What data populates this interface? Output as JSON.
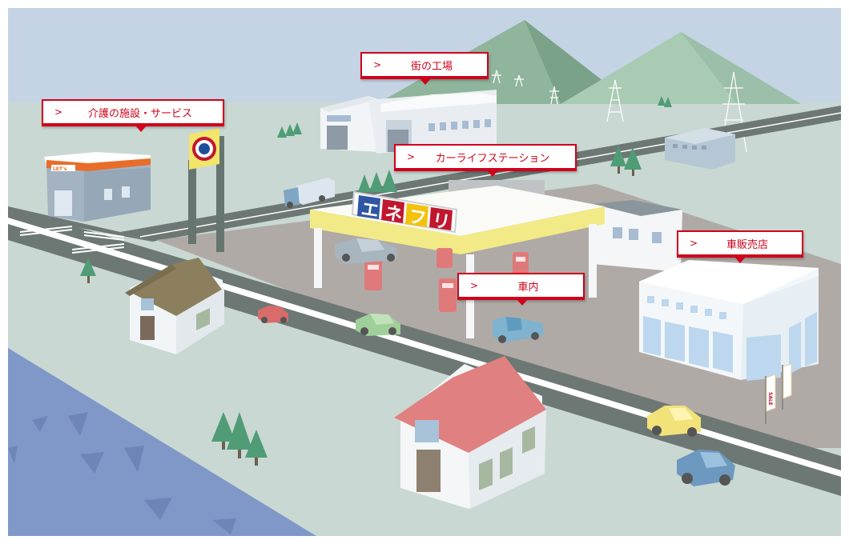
{
  "callouts": {
    "factory": "街の工場",
    "care": "介護の施設・サービス",
    "carlife": "カーライフステーション",
    "dealer": "車販売店",
    "car_interior": "車内"
  },
  "chevron": ">",
  "signs": {
    "station_brand": "エネフリ",
    "shop_sign": "LET's",
    "sale_flag": "SALE"
  },
  "colors": {
    "accent": "#d0021b",
    "sky": "#c4d4e4",
    "ground": "#c9d8d2",
    "road": "#6d7874",
    "water": "#7f98c8",
    "lot": "#b0aaa6"
  }
}
